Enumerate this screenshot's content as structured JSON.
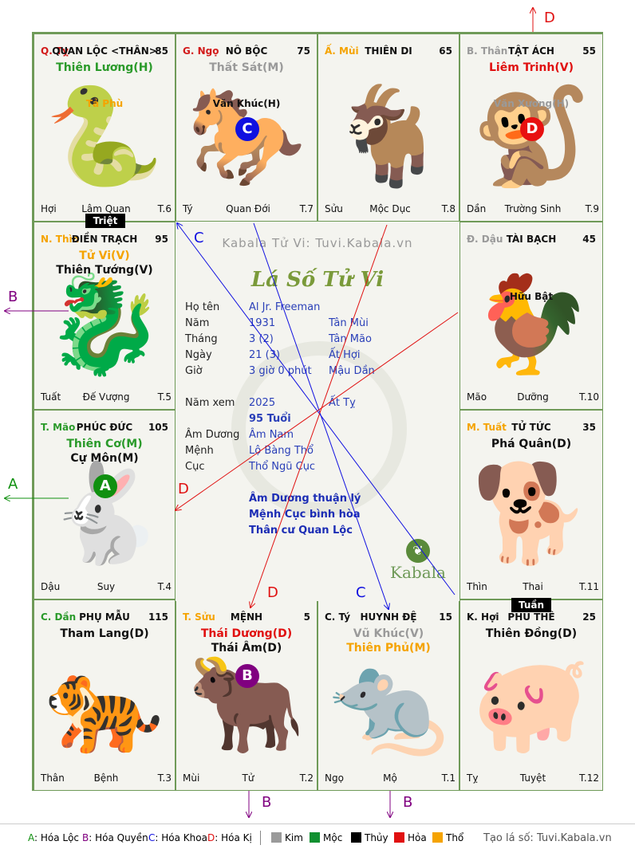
{
  "palaces": [
    {
      "branch": "Q. Tỵ",
      "branch_color": "#d21a1a",
      "palace": "QUAN LỘC <THÂN>",
      "num": "85",
      "bg": "🐍",
      "major": [
        {
          "t": "Thiên Lương(H)",
          "c": "#2a9a2a"
        }
      ],
      "minor": [
        {
          "t": "Tả Phù",
          "c": "#f5a300"
        }
      ],
      "foot": [
        "Hợi",
        "Lâm Quan",
        "T.6"
      ]
    },
    {
      "branch": "G. Ngọ",
      "branch_color": "#d21a1a",
      "palace": "NÔ BỘC",
      "num": "75",
      "bg": "🐎",
      "major": [
        {
          "t": "Thất Sát(M)",
          "c": "#9a9a9a"
        }
      ],
      "minor": [
        {
          "t": "Văn Khúc(H)",
          "c": "#111111"
        }
      ],
      "badge": {
        "t": "C",
        "c": "#1010e0"
      },
      "foot": [
        "Tý",
        "Quan Đới",
        "T.7"
      ]
    },
    {
      "branch": "Ấ. Mùi",
      "branch_color": "#f5a300",
      "palace": "THIÊN DI",
      "num": "65",
      "bg": "🐐",
      "major": [],
      "minor": [],
      "foot": [
        "Sửu",
        "Mộc Dục",
        "T.8"
      ]
    },
    {
      "branch": "B. Thân",
      "branch_color": "#9a9a9a",
      "palace": "TẬT ÁCH",
      "num": "55",
      "bg": "🐒",
      "major": [
        {
          "t": "Liêm Trinh(V)",
          "c": "#e01010"
        }
      ],
      "minor": [
        {
          "t": "Văn Xương(H)",
          "c": "#9a9a9a"
        }
      ],
      "badge": {
        "t": "D",
        "c": "#e81010"
      },
      "foot": [
        "Dần",
        "Trường Sinh",
        "T.9"
      ]
    },
    {
      "branch": "N. Thìn",
      "branch_color": "#f5a300",
      "palace": "ĐIỀN TRẠCH",
      "num": "95",
      "bg": "🐉",
      "major": [
        {
          "t": "Tử Vi(V)",
          "c": "#f5a300"
        },
        {
          "t": "Thiên Tướng(V)",
          "c": "#111111"
        }
      ],
      "minor": [],
      "foot": [
        "Tuất",
        "Đế Vượng",
        "T.5"
      ]
    },
    {
      "branch": "Đ. Dậu",
      "branch_color": "#9a9a9a",
      "palace": "TÀI BẠCH",
      "num": "45",
      "bg": "🐓",
      "major": [],
      "minor": [
        {
          "t": "Hữu Bật",
          "c": "#111111"
        }
      ],
      "foot": [
        "Mão",
        "Dưỡng",
        "T.10"
      ]
    },
    {
      "branch": "T. Mão",
      "branch_color": "#2a9a2a",
      "palace": "PHÚC ĐỨC",
      "num": "105",
      "bg": "🐇",
      "major": [
        {
          "t": "Thiên Cơ(M)",
          "c": "#2a9a2a"
        },
        {
          "t": "Cự Môn(M)",
          "c": "#111111"
        }
      ],
      "minor": [],
      "badge": {
        "t": "A",
        "c": "#109010"
      },
      "foot": [
        "Dậu",
        "Suy",
        "T.4"
      ]
    },
    {
      "branch": "M. Tuất",
      "branch_color": "#f5a300",
      "palace": "TỬ TỨC",
      "num": "35",
      "bg": "🐕",
      "major": [
        {
          "t": "Phá Quân(D)",
          "c": "#111111"
        }
      ],
      "minor": [],
      "foot": [
        "Thìn",
        "Thai",
        "T.11"
      ]
    },
    {
      "branch": "C. Dần",
      "branch_color": "#2a9a2a",
      "palace": "PHỤ MẪU",
      "num": "115",
      "bg": "🐅",
      "major": [
        {
          "t": "Tham Lang(D)",
          "c": "#111111"
        }
      ],
      "minor": [],
      "foot": [
        "Thân",
        "Bệnh",
        "T.3"
      ]
    },
    {
      "branch": "T. Sửu",
      "branch_color": "#f5a300",
      "palace": "MỆNH",
      "num": "5",
      "bg": "🐂",
      "major": [
        {
          "t": "Thái Dương(D)",
          "c": "#e01010"
        },
        {
          "t": "Thái Âm(D)",
          "c": "#111111"
        }
      ],
      "minor": [],
      "badge": {
        "t": "B",
        "c": "#800080"
      },
      "foot": [
        "Mùi",
        "Tử",
        "T.2"
      ]
    },
    {
      "branch": "C. Tý",
      "branch_color": "#111111",
      "palace": "HUYNH ĐỆ",
      "num": "15",
      "bg": "🐀",
      "major": [
        {
          "t": "Vũ Khúc(V)",
          "c": "#9a9a9a"
        },
        {
          "t": "Thiên Phủ(M)",
          "c": "#f5a300"
        }
      ],
      "minor": [],
      "foot": [
        "Ngọ",
        "Mộ",
        "T.1"
      ]
    },
    {
      "branch": "K. Hợi",
      "branch_color": "#111111",
      "palace": "PHU THÊ",
      "num": "25",
      "bg": "🐖",
      "major": [
        {
          "t": "Thiên Đồng(D)",
          "c": "#111111"
        }
      ],
      "minor": [],
      "foot": [
        "Tỵ",
        "Tuyệt",
        "T.12"
      ]
    }
  ],
  "tags": {
    "triet": "Triệt",
    "tuan": "Tuần"
  },
  "center": {
    "watermark": "Kabala Tử Vi: Tuvi.Kabala.vn",
    "logo_title": "Lá Số Tử Vi",
    "rows": [
      {
        "k": "Họ tên",
        "v": "Al Jr. Freeman",
        "v2": ""
      },
      {
        "k": "Năm",
        "v": "1931",
        "v2": "Tân Mùi"
      },
      {
        "k": "Tháng",
        "v": "3  (2)",
        "v2": "Tân Mão"
      },
      {
        "k": "Ngày",
        "v": "21  (3)",
        "v2": "Ất Hợi"
      },
      {
        "k": "Giờ",
        "v": "3 giờ 0 phút",
        "v2": "Mậu Dần"
      },
      {
        "k": "Năm xem",
        "v": "2025",
        "v2": "Ất Tỵ"
      },
      {
        "k": "",
        "v": "95 Tuổi",
        "v2": ""
      },
      {
        "k": "Âm Dương",
        "v": "Âm Nam",
        "v2": ""
      },
      {
        "k": "Mệnh",
        "v": "Lộ Bàng Thổ",
        "v2": ""
      },
      {
        "k": "Cục",
        "v": "Thổ Ngũ Cục",
        "v2": ""
      }
    ],
    "notes": [
      "Âm Dương thuận lý",
      "Mệnh Cục bình hòa",
      "Thân cư Quan Lộc"
    ],
    "brand": "Kabala"
  },
  "arrow_labels": {
    "top_d": "D",
    "left_b": "B",
    "left_a": "A",
    "bottom_b1": "B",
    "bottom_b2": "B",
    "line_c1": "C",
    "line_d1": "D",
    "line_d2": "D",
    "line_c2": "C"
  },
  "legend": {
    "hoa": [
      {
        "k": "A",
        "c": "#109010",
        "t": "Hóa Lộc"
      },
      {
        "k": "B",
        "c": "#800080",
        "t": "Hóa Quyền"
      },
      {
        "k": "C",
        "c": "#1010e0",
        "t": "Hóa Khoa"
      },
      {
        "k": "D",
        "c": "#e01010",
        "t": "Hóa Kị"
      }
    ],
    "elements": [
      {
        "t": "Kim",
        "c": "#9a9a9a"
      },
      {
        "t": "Mộc",
        "c": "#109030"
      },
      {
        "t": "Thủy",
        "c": "#000000"
      },
      {
        "t": "Hỏa",
        "c": "#e01010"
      },
      {
        "t": "Thổ",
        "c": "#f5a300"
      }
    ],
    "site": "Tạo lá số: Tuvi.Kabala.vn"
  }
}
